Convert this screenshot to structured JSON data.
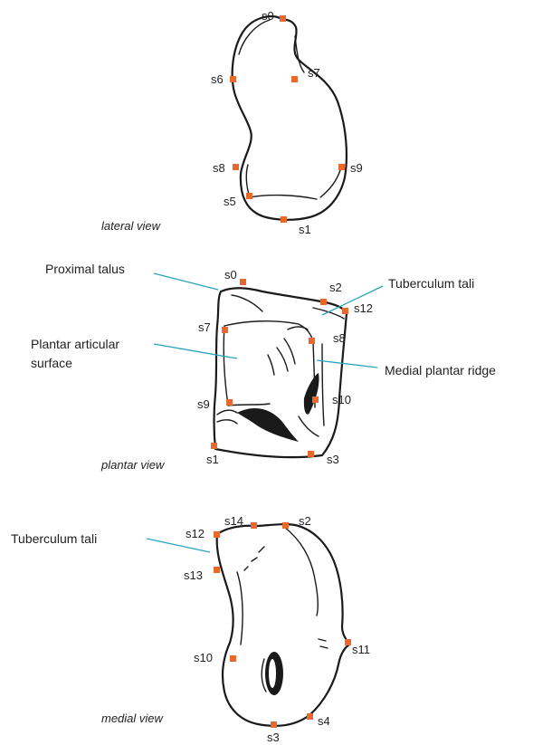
{
  "colors": {
    "landmark": "#e8692a",
    "leader": "#2aa3bd",
    "outline": "#1a1a1a"
  },
  "lateral": {
    "caption": "lateral view",
    "landmarks": {
      "s0": "s0",
      "s1": "s1",
      "s5": "s5",
      "s6": "s6",
      "s7": "s7",
      "s8": "s8",
      "s9": "s9"
    }
  },
  "plantar": {
    "caption": "plantar view",
    "landmarks": {
      "s0": "s0",
      "s1": "s1",
      "s2": "s2",
      "s3": "s3",
      "s7": "s7",
      "s8": "s8",
      "s9": "s9",
      "s10": "s10",
      "s12": "s12"
    },
    "annotations": {
      "proximal_talus": "Proximal talus",
      "tuberculum_tali": "Tuberculum tali",
      "plantar_articular_line1": "Plantar articular",
      "plantar_articular_line2": "surface",
      "medial_plantar_ridge": "Medial plantar ridge"
    }
  },
  "medial": {
    "caption": "medial view",
    "landmarks": {
      "s2": "s2",
      "s3": "s3",
      "s4": "s4",
      "s10": "s10",
      "s11": "s11",
      "s12": "s12",
      "s13": "s13",
      "s14": "s14"
    },
    "annotations": {
      "tuberculum_tali": "Tuberculum tali"
    }
  }
}
